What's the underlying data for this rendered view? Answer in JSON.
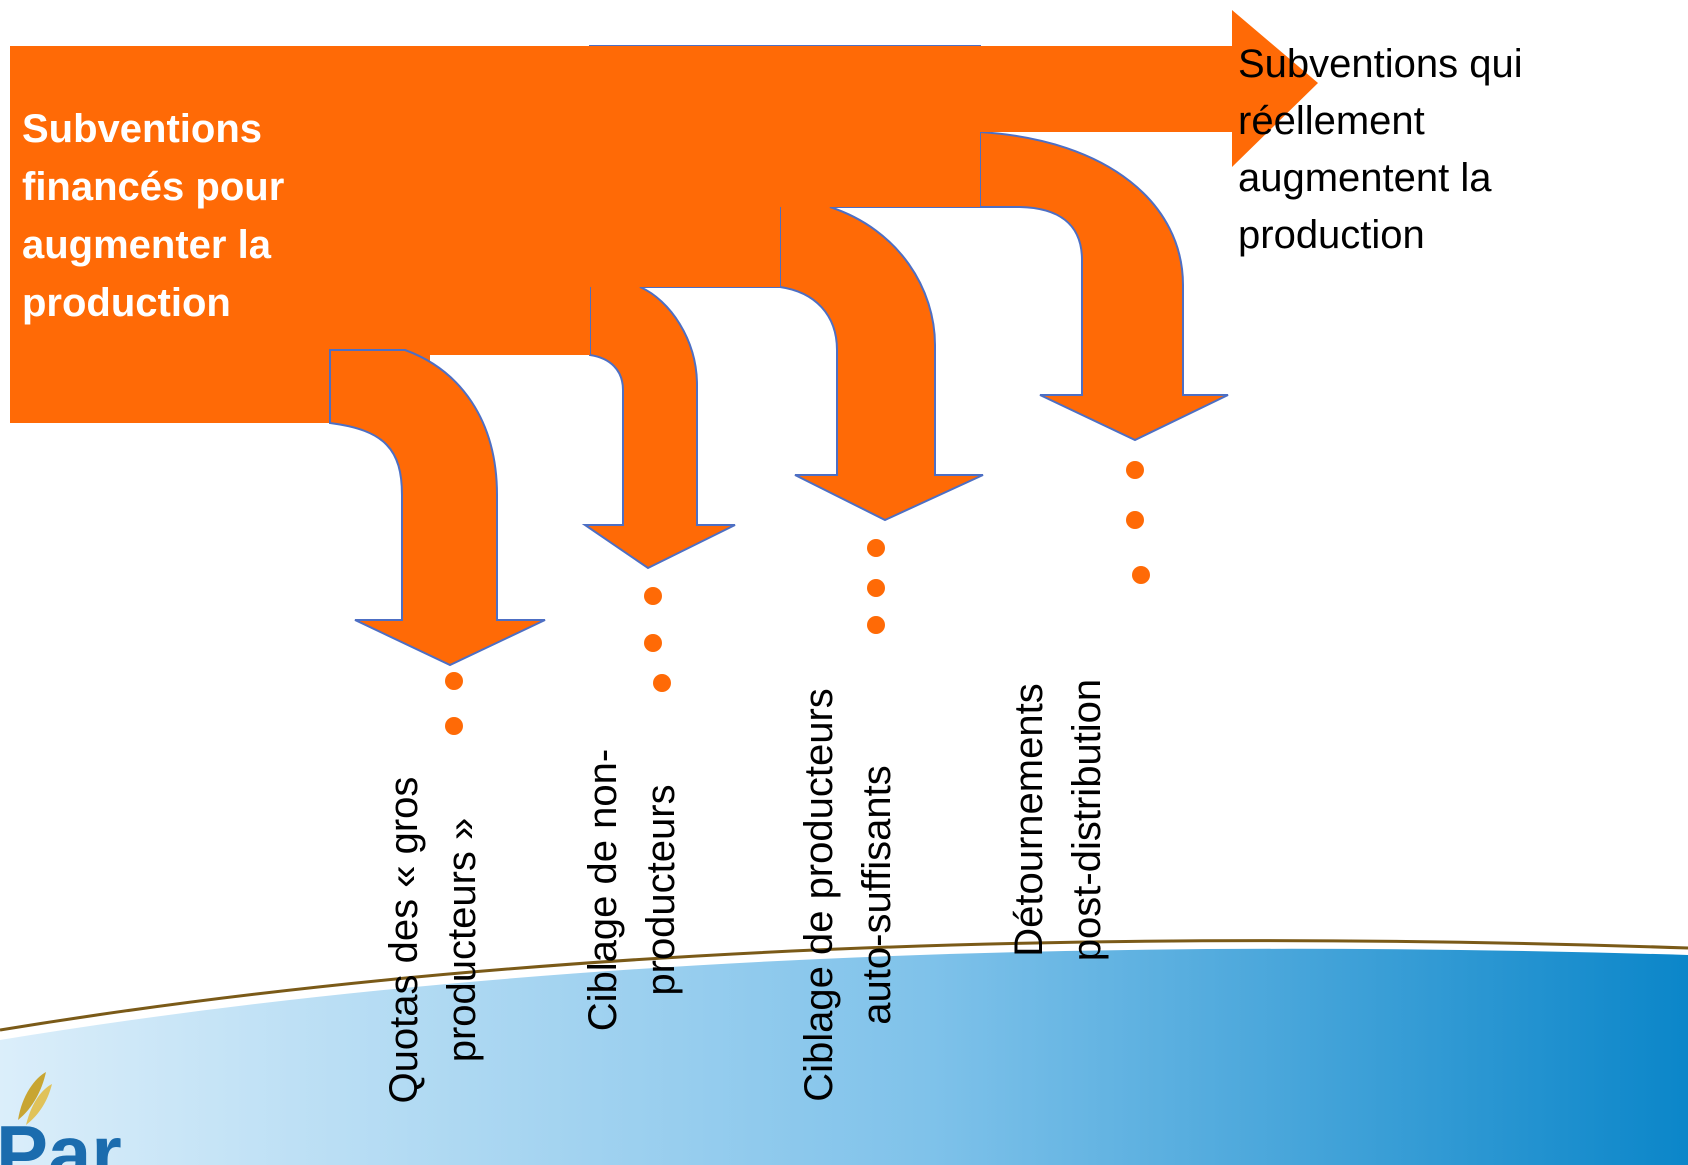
{
  "colors": {
    "arrow": "#ff6a06",
    "arrow_edge": "#4d6fc4",
    "dot": "#ff6a06",
    "swoosh_light": "#dbeefa",
    "swoosh_dark": "#0b86c9",
    "logo_brand": "#1b6cae",
    "logo_leaf": "#c8a532"
  },
  "source": {
    "text": "Subventions financés pour augmenter la production"
  },
  "destination": {
    "text": "Subventions qui réellement augmentent la production"
  },
  "leakages": [
    {
      "line1": "Quotas des « gros",
      "line2": "producteurs »"
    },
    {
      "line1": "Ciblage de non-",
      "line2": "producteurs"
    },
    {
      "line1": "Ciblage de producteurs",
      "line2": "auto-suffisants"
    },
    {
      "line1": "Détournements",
      "line2": "post-distribution"
    }
  ],
  "logo": {
    "text": "Par"
  }
}
